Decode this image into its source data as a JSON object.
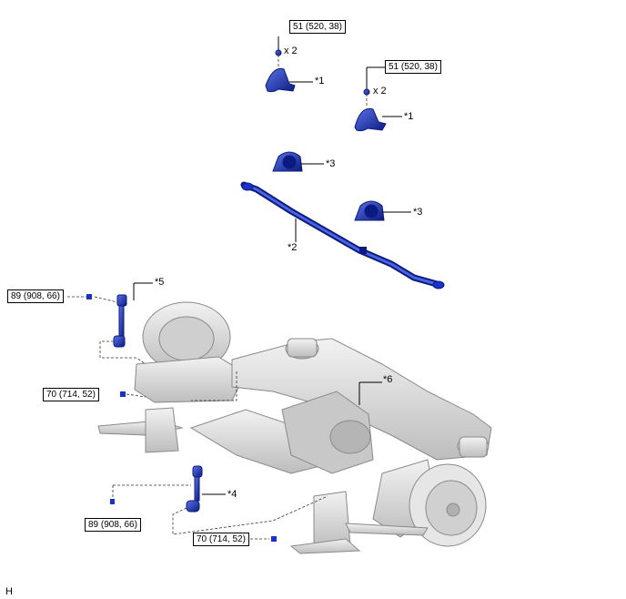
{
  "diagram": {
    "torque_labels": {
      "t1": "51 (520, 38)",
      "t2": "51 (520, 38)",
      "t3": "89 (908, 66)",
      "t4": "70 (714, 52)",
      "t5": "89 (908, 66)",
      "t6": "70 (714, 52)"
    },
    "qty_labels": {
      "q1": "x 2",
      "q2": "x 2"
    },
    "part_callouts": {
      "c1a": "*1",
      "c1b": "*1",
      "c3a": "*3",
      "c3b": "*3",
      "c2": "*2",
      "c5": "*5",
      "c6": "*6",
      "c4": "*4"
    },
    "corner_mark": "H"
  },
  "colors": {
    "part_blue": "#1a32c8",
    "part_blue_dark": "#0b1a80",
    "part_blue_light": "#5b74e8",
    "subframe_gray": "#d9d9d9",
    "subframe_edge": "#8a8a8a"
  }
}
